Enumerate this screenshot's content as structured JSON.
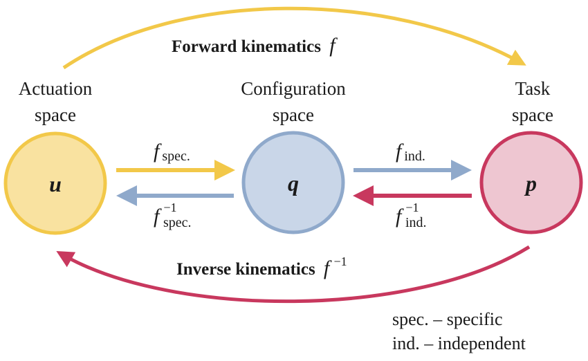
{
  "colors": {
    "yellow": "#f2c849",
    "yellow_fill": "#f9e2a0",
    "blue": "#8fa9cb",
    "blue_fill": "#c9d6e8",
    "red": "#c8385e",
    "red_fill": "#eec6d1"
  },
  "top_arrow_label": {
    "text": "Forward kinematics",
    "symbol": "f"
  },
  "bottom_arrow_label": {
    "text": "Inverse kinematics",
    "symbol": "f",
    "exponent": "−1"
  },
  "nodes": [
    {
      "id": "actuation",
      "label_line1": "Actuation",
      "label_line2": "space",
      "symbol": "u"
    },
    {
      "id": "configuration",
      "label_line1": "Configuration",
      "label_line2": "space",
      "symbol": "q"
    },
    {
      "id": "task",
      "label_line1": "Task",
      "label_line2": "space",
      "symbol": "p"
    }
  ],
  "edges": {
    "spec_forward": {
      "f": "f",
      "sub": "spec."
    },
    "spec_inverse": {
      "f": "f",
      "sub": "spec.",
      "sup": "−1"
    },
    "ind_forward": {
      "f": "f",
      "sub": "ind."
    },
    "ind_inverse": {
      "f": "f",
      "sub": "ind.",
      "sup": "−1"
    }
  },
  "legend": [
    "spec. – specific",
    "ind. – independent"
  ]
}
